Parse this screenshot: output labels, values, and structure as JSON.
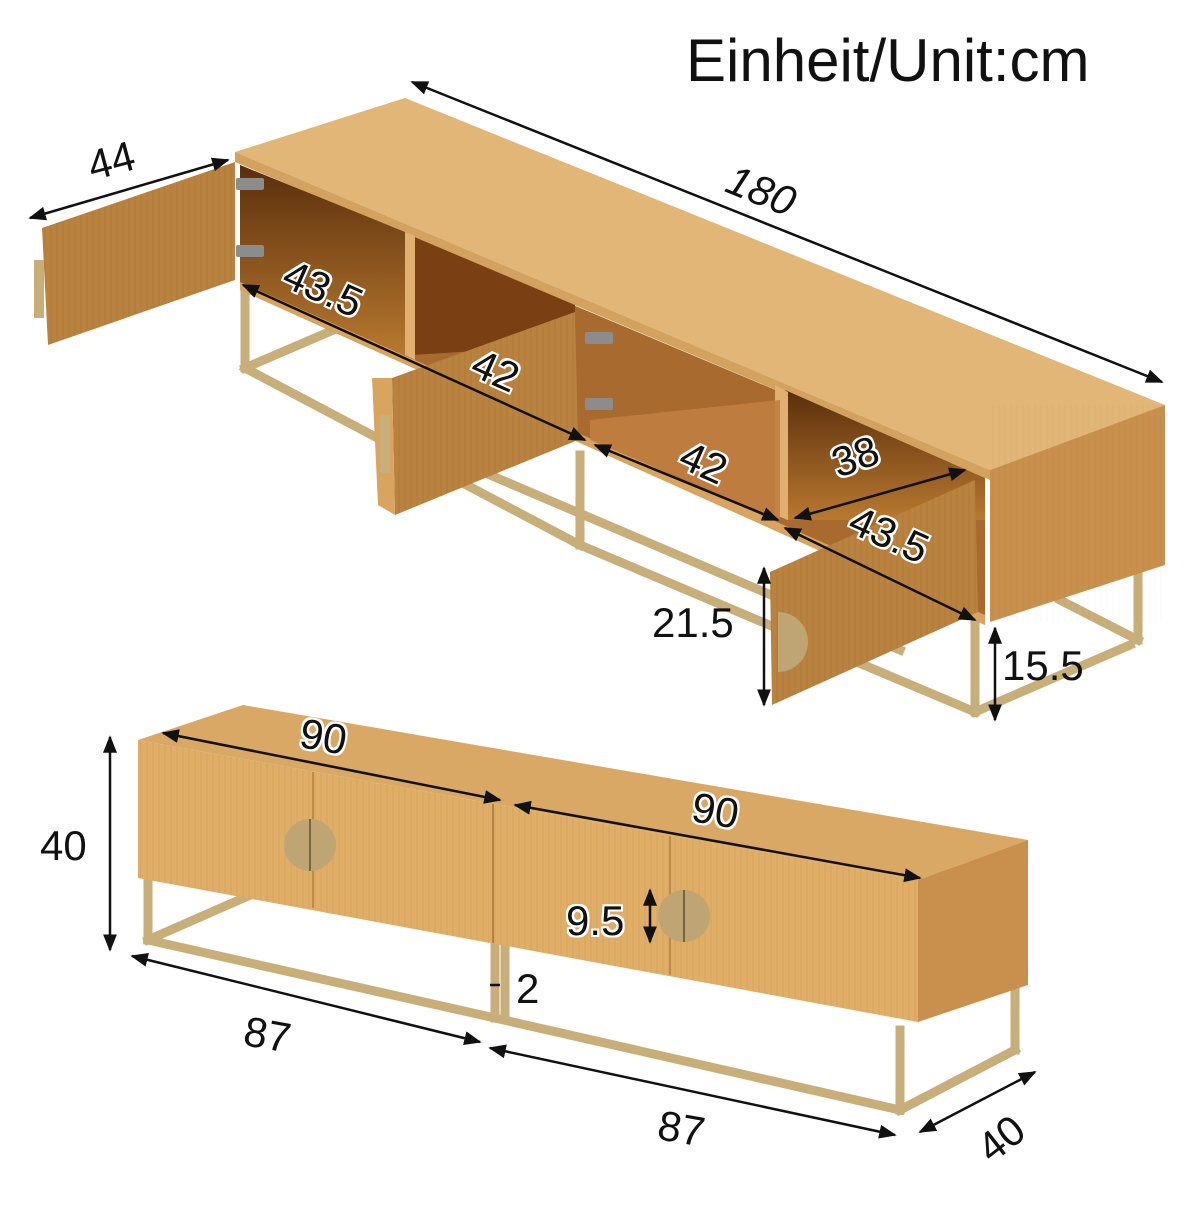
{
  "header": {
    "unit_label": "Einheit/Unit:cm"
  },
  "colors": {
    "wood_top": "#E2B677",
    "wood_front": "#D9A45F",
    "wood_side": "#C8904C",
    "wood_inner": "#A86A2E",
    "wood_dark": "#5A2E0C",
    "door_back": "#B9823F",
    "metal_frame": "#C8AE78",
    "metal_frame_dark": "#A88F5C",
    "handle": "#BFA574",
    "dimension_line": "#111111"
  },
  "top_view": {
    "description": "TV stand with doors open, isometric view",
    "dimensions": {
      "overall_length": "180",
      "door_width": "44",
      "compartment_left_depth": "43.5",
      "compartment_mid_left": "42",
      "compartment_mid_right": "42",
      "open_shelf_depth": "38",
      "compartment_right_depth": "43.5",
      "door_height": "21.5",
      "leg_height": "15.5"
    }
  },
  "bottom_view": {
    "description": "TV stand with doors closed, front isometric view",
    "dimensions": {
      "top_left_width": "90",
      "top_right_width": "90",
      "total_height": "40",
      "handle_height": "9.5",
      "frame_gap": "2",
      "base_left_length": "87",
      "base_right_length": "87",
      "depth": "40"
    }
  }
}
